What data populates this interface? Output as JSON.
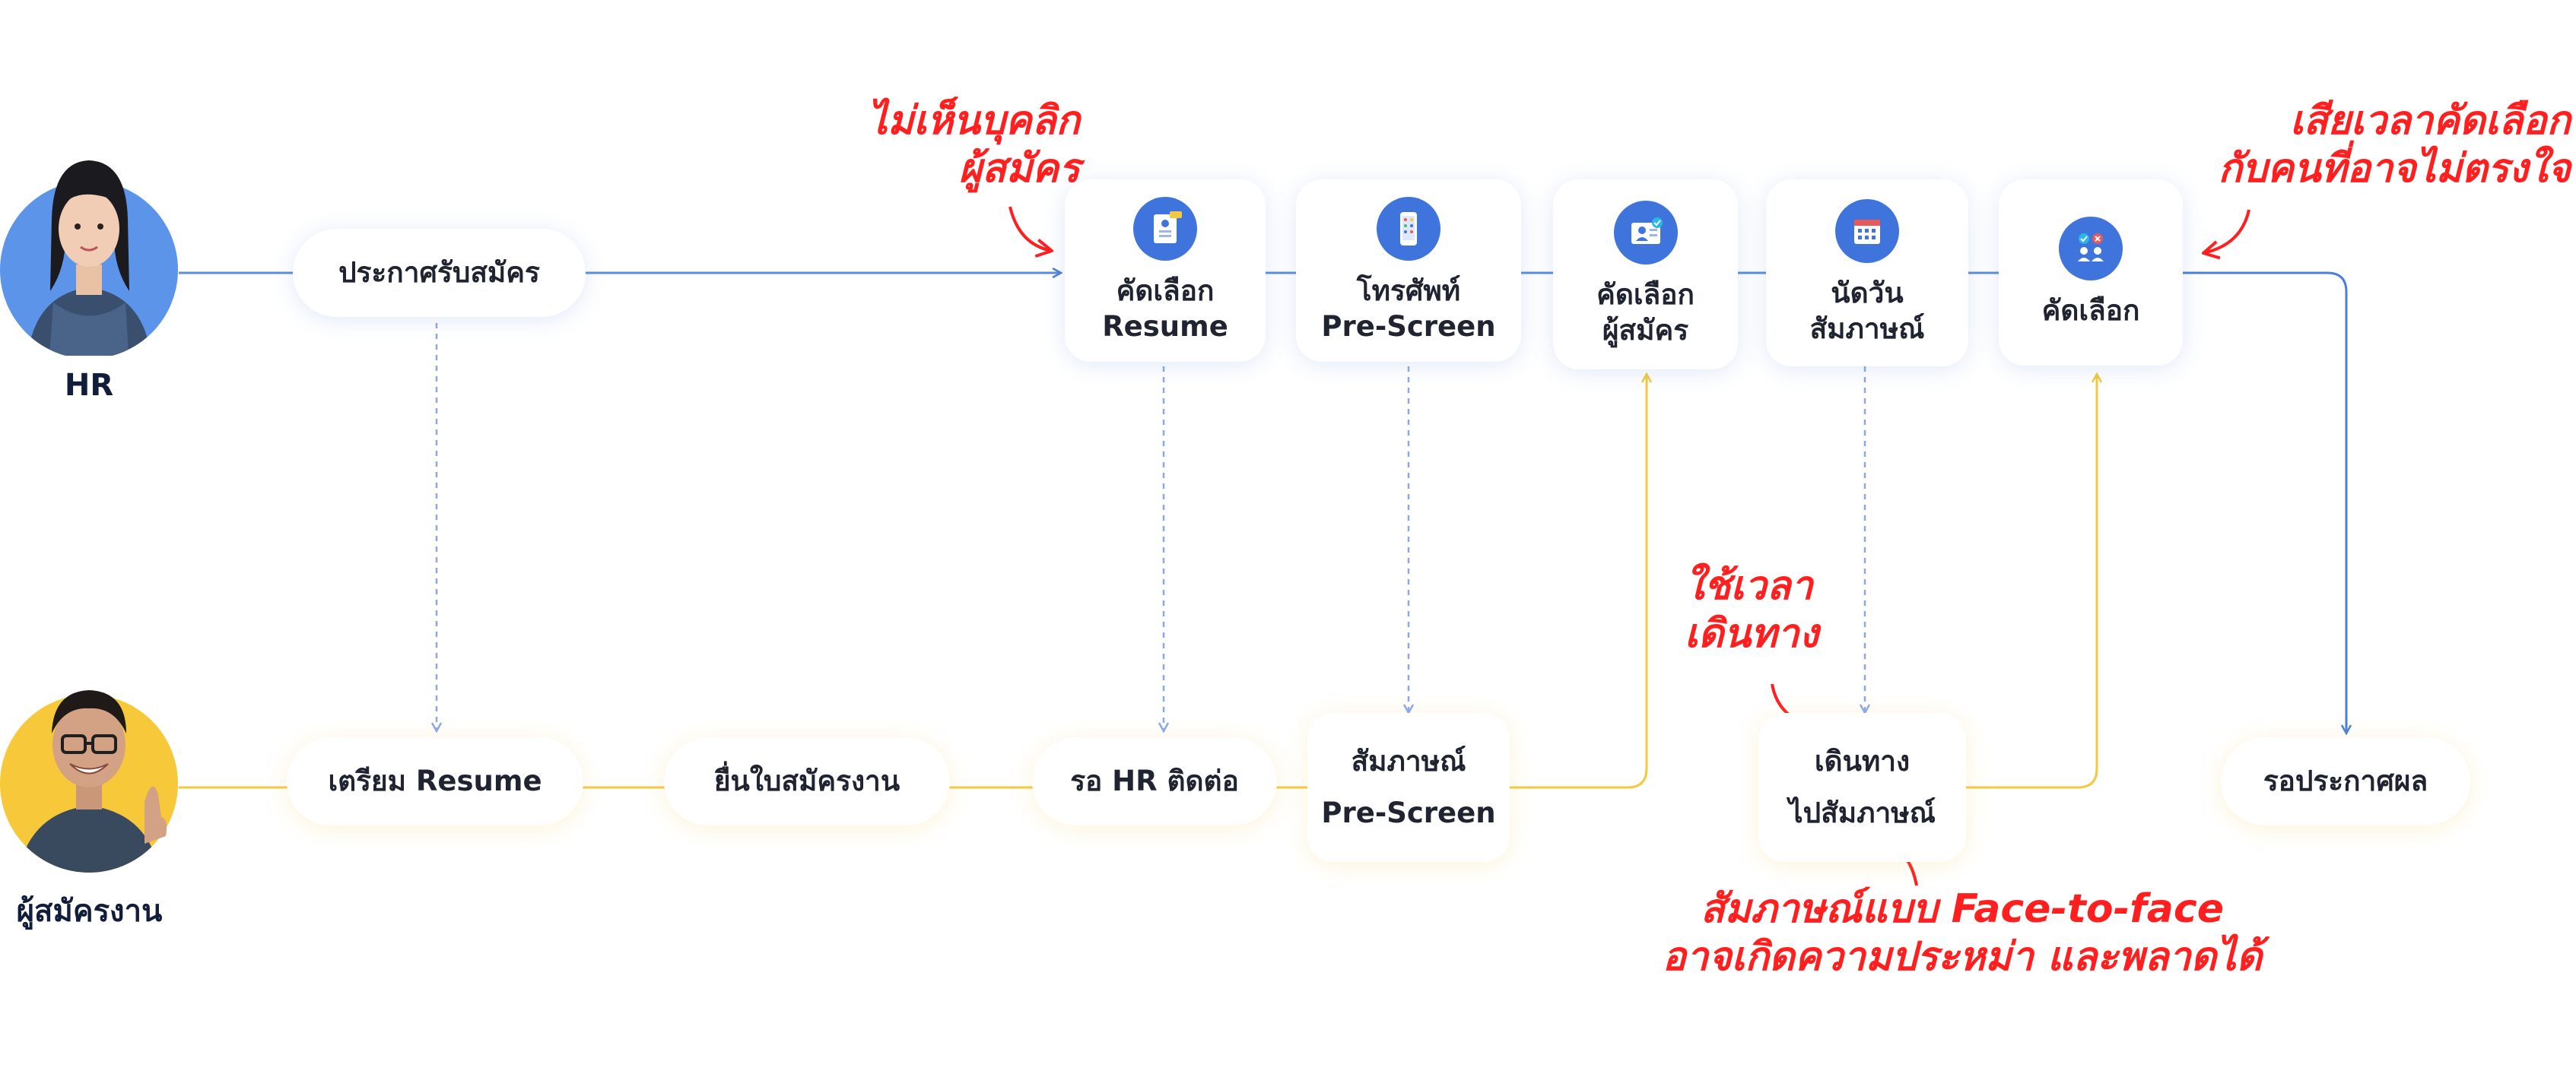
{
  "actors": {
    "hr_label": "HR",
    "applicant_label": "ผู้สมัครงาน"
  },
  "hr_lane": {
    "announce": "ประกาศรับสมัคร",
    "steps": [
      {
        "icon": "resume-document-icon",
        "line1": "คัดเลือก",
        "line2": "Resume"
      },
      {
        "icon": "smartphone-icon",
        "line1": "โทรศัพท์",
        "line2": "Pre-Screen"
      },
      {
        "icon": "candidate-profile-icon",
        "line1": "คัดเลือก",
        "line2": "ผู้สมัคร"
      },
      {
        "icon": "calendar-icon",
        "line1": "นัดวัน",
        "line2": "สัมภาษณ์"
      },
      {
        "icon": "selection-check-icon",
        "line1": "คัดเลือก",
        "line2": ""
      }
    ]
  },
  "applicant_lane": {
    "prepare_resume": "เตรียม Resume",
    "submit_application": "ยื่นใบสมัครงาน",
    "wait_hr": "รอ HR ติดต่อ",
    "interview_line1": "สัมภาษณ์",
    "interview_line2": "Pre-Screen",
    "travel_line1": "เดินทาง",
    "travel_line2": "ไปสัมภาษณ์",
    "await_result": "รอประกาศผล"
  },
  "annotations": {
    "unseen_line1": "ไม่เห็นบุคลิก",
    "unseen_line2": "ผู้สมัคร",
    "waste_line1": "เสียเวลาคัดเลือก",
    "waste_line2": "กับคนที่อาจไม่ตรงใจ",
    "travel_time_line1": "ใช้เวลา",
    "travel_time_line2": "เดินทาง",
    "f2f_line1": "สัมภาษณ์แบบ Face-to-face",
    "f2f_line2": "อาจเกิดความประหม่า และพลาดได้"
  },
  "colors": {
    "hr_line": "#5a8ee0",
    "applicant_line": "#f5c842",
    "icon_bg": "#3f74dd",
    "annotation": "#ff1f1f"
  }
}
